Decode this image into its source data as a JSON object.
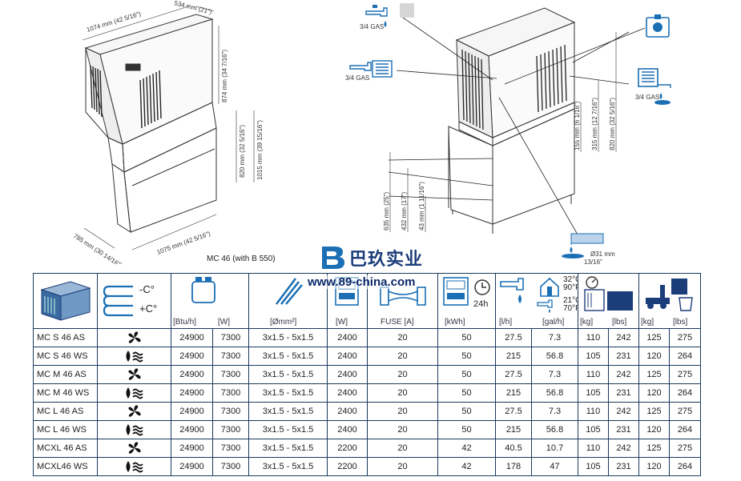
{
  "drawing_left": {
    "dims": {
      "width_top": "1074 mm (42 5/16\")",
      "depth_top": "534 mm (21\")",
      "h_unit": "874 mm (34 7/16\")",
      "h_bin": "820 mm (32 5/16\")",
      "h_total": "1015 mm (39 15/16\")",
      "depth_bottom": "785 mm (30 14/16\")",
      "width_bottom": "1075 mm (42 5/16\")"
    },
    "caption": "MC 46 (with B 550)"
  },
  "drawing_right": {
    "gas1": "3/4 GAS",
    "gas2": "3/4 GAS",
    "gas3": "3/4 GAS",
    "dims": {
      "d155": "155 mm (6 1/16\")",
      "d315": "315 mm (12 7/16\")",
      "d820": "820 mm (32 5/16\")",
      "d635": "635 mm (25\")",
      "d432": "432 mm (17\")",
      "d43": "43 mm (1 11/16\")",
      "drain": "Ø31 mm",
      "drain_in": "13/16\""
    }
  },
  "brand": {
    "name": "巴玖实业",
    "url": "www.89-china.com"
  },
  "table": {
    "header": {
      "cool_minus": "-C°",
      "cool_plus": "+C°",
      "units": {
        "btu": "[Btu/h]",
        "w1": "[W]",
        "mm2": "[Ømm²]",
        "w2": "[W]",
        "fuse": "FUSE [A]",
        "kwh": "[kWh]",
        "h24": "24h",
        "lh": "[l/h]",
        "galh": "[gal/h]",
        "kg1": "[kg]",
        "lbs1": "[lbs]",
        "kg2": "[kg]",
        "lbs2": "[lbs]"
      },
      "temp_high_c": "32°C",
      "temp_high_f": "90°F",
      "temp_low_c": "21°C",
      "temp_low_f": "70°F"
    },
    "rows": [
      {
        "model": "MC S 46 AS",
        "cond": "air",
        "btu": "24900",
        "w": "7300",
        "cable": "3x1.5 - 5x1.5",
        "pw": "2400",
        "fuse": "20",
        "kwh": "50",
        "lh": "27.5",
        "galh": "7.3",
        "kg1": "110",
        "lbs1": "242",
        "kg2": "125",
        "lbs2": "275"
      },
      {
        "model": "MC S 46 WS",
        "cond": "water",
        "btu": "24900",
        "w": "7300",
        "cable": "3x1.5 - 5x1.5",
        "pw": "2400",
        "fuse": "20",
        "kwh": "50",
        "lh": "215",
        "galh": "56.8",
        "kg1": "105",
        "lbs1": "231",
        "kg2": "120",
        "lbs2": "264"
      },
      {
        "model": "MC M 46 AS",
        "cond": "air",
        "btu": "24900",
        "w": "7300",
        "cable": "3x1.5 - 5x1.5",
        "pw": "2400",
        "fuse": "20",
        "kwh": "50",
        "lh": "27.5",
        "galh": "7.3",
        "kg1": "110",
        "lbs1": "242",
        "kg2": "125",
        "lbs2": "275"
      },
      {
        "model": "MC M 46 WS",
        "cond": "water",
        "btu": "24900",
        "w": "7300",
        "cable": "3x1.5 - 5x1.5",
        "pw": "2400",
        "fuse": "20",
        "kwh": "50",
        "lh": "215",
        "galh": "56.8",
        "kg1": "105",
        "lbs1": "231",
        "kg2": "120",
        "lbs2": "264"
      },
      {
        "model": "MC L 46 AS",
        "cond": "air",
        "btu": "24900",
        "w": "7300",
        "cable": "3x1.5 - 5x1.5",
        "pw": "2400",
        "fuse": "20",
        "kwh": "50",
        "lh": "27.5",
        "galh": "7.3",
        "kg1": "110",
        "lbs1": "242",
        "kg2": "125",
        "lbs2": "275"
      },
      {
        "model": "MC L 46 WS",
        "cond": "water",
        "btu": "24900",
        "w": "7300",
        "cable": "3x1.5 - 5x1.5",
        "pw": "2400",
        "fuse": "20",
        "kwh": "50",
        "lh": "215",
        "galh": "56.8",
        "kg1": "105",
        "lbs1": "231",
        "kg2": "120",
        "lbs2": "264"
      },
      {
        "model": "MCXL 46 AS",
        "cond": "air",
        "btu": "24900",
        "w": "7300",
        "cable": "3x1.5 - 5x1.5",
        "pw": "2200",
        "fuse": "20",
        "kwh": "42",
        "lh": "40.5",
        "galh": "10.7",
        "kg1": "110",
        "lbs1": "242",
        "kg2": "125",
        "lbs2": "275"
      },
      {
        "model": "MCXL46 WS",
        "cond": "water",
        "btu": "24900",
        "w": "7300",
        "cable": "3x1.5 - 5x1.5",
        "pw": "2200",
        "fuse": "20",
        "kwh": "42",
        "lh": "178",
        "galh": "47",
        "kg1": "105",
        "lbs1": "231",
        "kg2": "120",
        "lbs2": "264"
      }
    ]
  },
  "colors": {
    "line": "#1a3a5c",
    "accent": "#1b6fb5",
    "brand": "#1b3d7a"
  }
}
